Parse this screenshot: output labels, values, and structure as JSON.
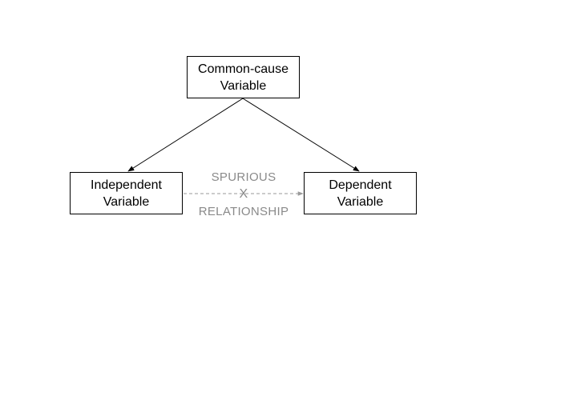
{
  "diagram": {
    "common_cause": {
      "line1": "Common-cause",
      "line2": "Variable"
    },
    "independent": {
      "line1": "Independent",
      "line2": "Variable"
    },
    "dependent": {
      "line1": "Dependent",
      "line2": "Variable"
    },
    "spurious": {
      "top": "SPURIOUS",
      "mark": "X",
      "bottom": "RELATIONSHIP"
    },
    "colors": {
      "box_border": "#000000",
      "arrow": "#000000",
      "spurious_text": "#8a8a8a",
      "spurious_arrow": "#9a9a9a"
    }
  }
}
